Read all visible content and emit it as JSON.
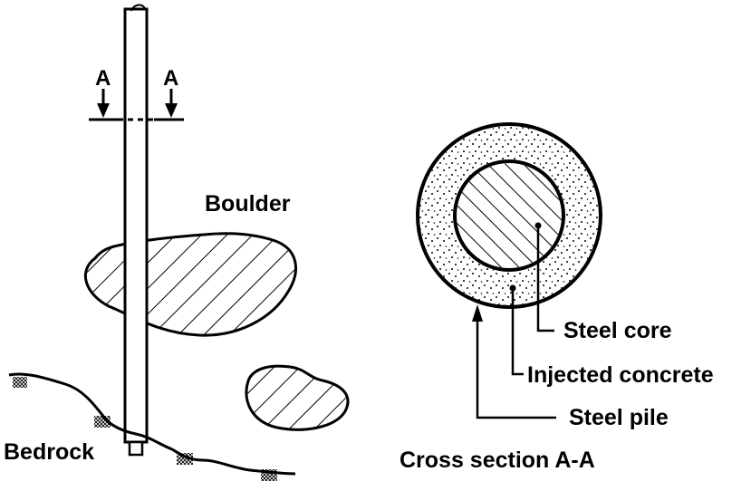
{
  "section_marker_left": "A",
  "section_marker_right": "A",
  "labels": {
    "boulder": "Boulder",
    "bedrock": "Bedrock",
    "steel_core": "Steel core",
    "injected_concrete": "Injected concrete",
    "steel_pile": "Steel pile",
    "cross_section_title": "Cross section A-A"
  },
  "colors": {
    "ink": "#000000",
    "paper": "#ffffff"
  }
}
